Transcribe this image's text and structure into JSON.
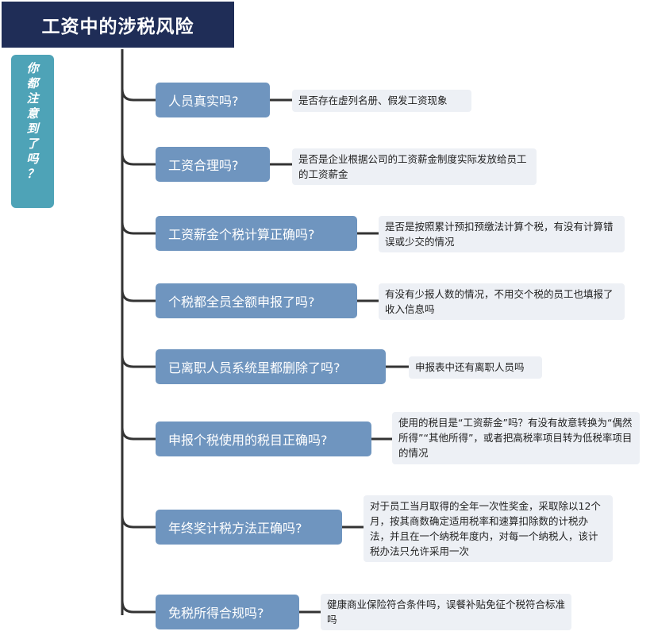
{
  "title": "工资中的涉税风险",
  "side_tag": [
    "你",
    "都",
    "注",
    "意",
    "到",
    "了",
    "吗",
    "？"
  ],
  "items": [
    {
      "question": "人员真实吗?",
      "note": "是否存在虚列名册、假发工资现象"
    },
    {
      "question": "工资合理吗?",
      "note": "是否是企业根据公司的工资薪金制度实际发放给员工的工资薪金"
    },
    {
      "question": "工资薪金个税计算正确吗?",
      "note": "是否是按照累计预扣预缴法计算个税，有没有计算错误或少交的情况"
    },
    {
      "question": "个税都全员全额申报了吗?",
      "note": "有没有少报人数的情况，不用交个税的员工也填报了收入信息吗"
    },
    {
      "question": "已离职人员系统里都删除了吗?",
      "note": "申报表中还有离职人员吗"
    },
    {
      "question": "申报个税使用的税目正确吗?",
      "note": "使用的税目是“工资薪金”吗？有没有故意转换为“偶然所得”“其他所得”，或者把高税率项目转为低税率项目的情况"
    },
    {
      "question": "年终奖计税方法正确吗?",
      "note": "对于员工当月取得的全年一次性奖金，采取除以12个月，按其商数确定适用税率和速算扣除数的计税办法，并且在一个纳税年度内，对每一个纳税人，该计税办法只允许采用一次"
    },
    {
      "question": "免税所得合规吗?",
      "note": "健康商业保险符合条件吗，误餐补贴免征个税符合标准吗"
    }
  ]
}
